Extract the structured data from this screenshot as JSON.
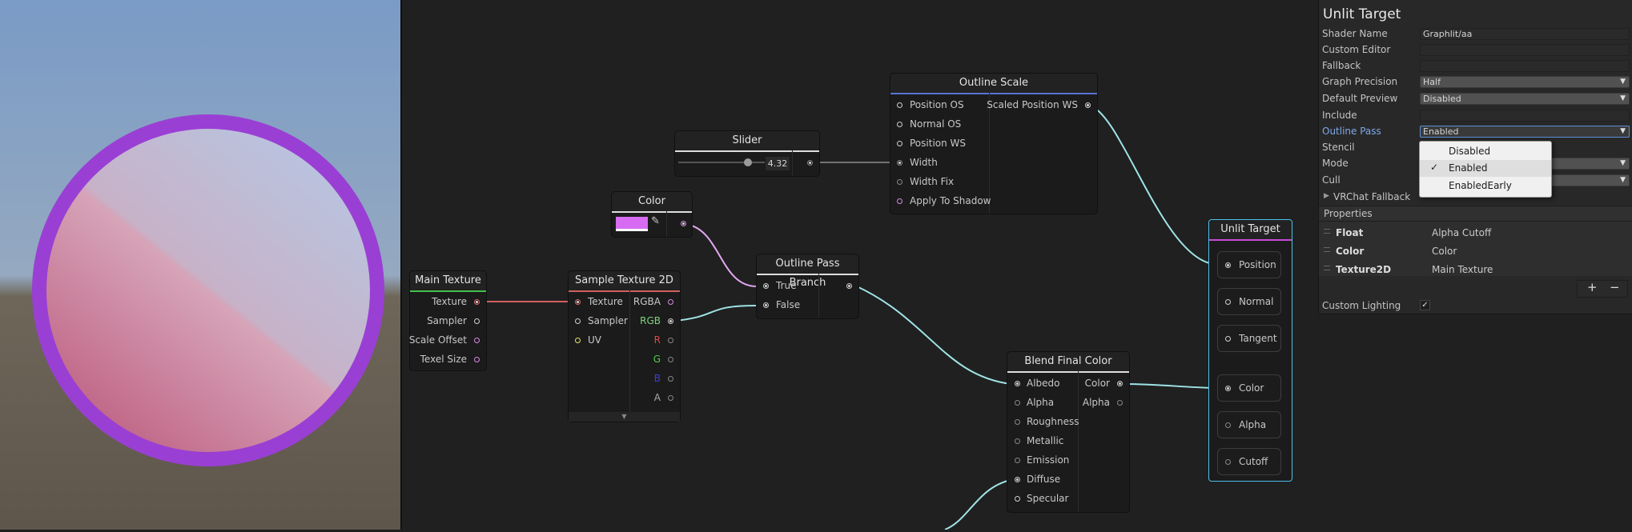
{
  "scene": {
    "sky_color": "#7c9ac0",
    "ground_color": "#6e6455",
    "sphere_outline_color": "#9a3dd2",
    "sphere_fill_top": "#c8cde4",
    "sphere_fill_bottom": "#c86c8e"
  },
  "nodes": {
    "main_texture": {
      "title": "Main Texture",
      "outputs": [
        "Texture",
        "Sampler",
        "Scale Offset",
        "Texel Size"
      ]
    },
    "sample_texture": {
      "title": "Sample Texture 2D",
      "inputs": [
        "Texture",
        "Sampler",
        "UV"
      ],
      "outputs": [
        "RGBA",
        "RGB",
        "R",
        "G",
        "B",
        "A"
      ]
    },
    "color": {
      "title": "Color",
      "swatch": "#d76cf2"
    },
    "slider": {
      "title": "Slider",
      "value": "4.32"
    },
    "outline_scale": {
      "title": "Outline Scale",
      "inputs": [
        "Position OS",
        "Normal OS",
        "Position WS",
        "Width",
        "Width Fix",
        "Apply To Shadow"
      ],
      "output": "Scaled Position WS"
    },
    "branch": {
      "title": "Outline Pass Branch",
      "inputs": [
        "True",
        "False"
      ]
    },
    "blend": {
      "title": "Blend Final Color",
      "inputs": [
        "Albedo",
        "Alpha",
        "Roughness",
        "Metallic",
        "Emission",
        "Diffuse",
        "Specular"
      ],
      "outputs": [
        "Color",
        "Alpha"
      ]
    },
    "unlit": {
      "title": "Unlit Target",
      "slots": [
        "Position",
        "Normal",
        "Tangent",
        "Color",
        "Alpha",
        "Cutoff"
      ]
    }
  },
  "inspector": {
    "title": "Unlit Target",
    "rows": [
      {
        "label": "Shader Name",
        "value": "Graphlit/aa",
        "type": "text"
      },
      {
        "label": "Custom Editor",
        "value": "",
        "type": "text"
      },
      {
        "label": "Fallback",
        "value": "",
        "type": "text"
      },
      {
        "label": "Graph Precision",
        "value": "Half",
        "type": "dropdown"
      },
      {
        "label": "Default Preview",
        "value": "Disabled",
        "type": "dropdown"
      },
      {
        "label": "Include",
        "value": "",
        "type": "text"
      },
      {
        "label": "Outline Pass",
        "value": "Enabled",
        "type": "dropdown"
      },
      {
        "label": "Stencil",
        "value": "",
        "type": "none"
      },
      {
        "label": "Mode",
        "value": "",
        "type": "dropdown"
      },
      {
        "label": "Cull",
        "value": "",
        "type": "dropdown"
      }
    ],
    "vrchat_fallback": "VRChat Fallback",
    "properties_label": "Properties",
    "properties": [
      {
        "type": "Float",
        "name": "Alpha Cutoff"
      },
      {
        "type": "Color",
        "name": "Color"
      },
      {
        "type": "Texture2D",
        "name": "Main Texture"
      }
    ],
    "add_label": "+",
    "remove_label": "−",
    "custom_lighting_label": "Custom Lighting",
    "custom_lighting_checked": "✓",
    "dropdown_menu": {
      "options": [
        "Disabled",
        "Enabled",
        "EnabledEarly"
      ],
      "selected": "Enabled",
      "check": "✓"
    }
  }
}
